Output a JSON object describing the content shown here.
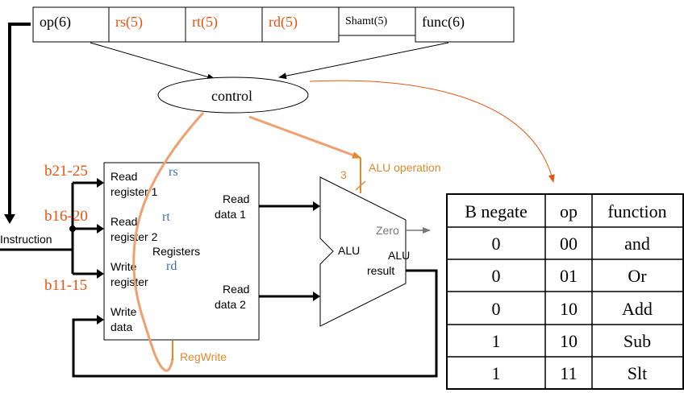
{
  "instruction_fields": [
    {
      "label": "op(6)",
      "color": "#000000"
    },
    {
      "label": "rs(5)",
      "color": "#e8540f"
    },
    {
      "label": "rt(5)",
      "color": "#e8540f"
    },
    {
      "label": "rd(5)",
      "color": "#e8540f"
    },
    {
      "label": "Shamt(5)",
      "color": "#000000"
    },
    {
      "label": "func(6)",
      "color": "#000000"
    }
  ],
  "control_label": "control",
  "instruction_label": "Instruction",
  "bit_ranges": {
    "b21_25": "b21-25",
    "b16_20": "b16-20",
    "b11_15": "b11-15"
  },
  "register_file": {
    "read_register_1": [
      "Read",
      "register 1"
    ],
    "read_register_2": [
      "Read",
      "register 2"
    ],
    "write_register": [
      "Write",
      "register"
    ],
    "write_data": [
      "Write",
      "data"
    ],
    "read_data_1": [
      "Read",
      "data 1"
    ],
    "read_data_2": [
      "Read",
      "data 2"
    ],
    "title": "Registers",
    "rs": "rs",
    "rt": "rt",
    "rd": "rd"
  },
  "alu": {
    "label": "ALU",
    "zero": "Zero",
    "result": [
      "ALU",
      "result"
    ],
    "operation_label": "ALU operation",
    "operation_width": "3"
  },
  "regwrite_label": "RegWrite",
  "alu_table": {
    "headers": [
      "B negate",
      "op",
      "function"
    ],
    "rows": [
      [
        "0",
        "00",
        "and"
      ],
      [
        "0",
        "01",
        "Or"
      ],
      [
        "0",
        "10",
        "Add"
      ],
      [
        "1",
        "10",
        "Sub"
      ],
      [
        "1",
        "11",
        "Slt"
      ]
    ]
  },
  "colors": {
    "field_highlight": "#e8540f",
    "register_names": "#3e6cb8",
    "control_signals": "#e08a2e",
    "wires": "#000000"
  }
}
